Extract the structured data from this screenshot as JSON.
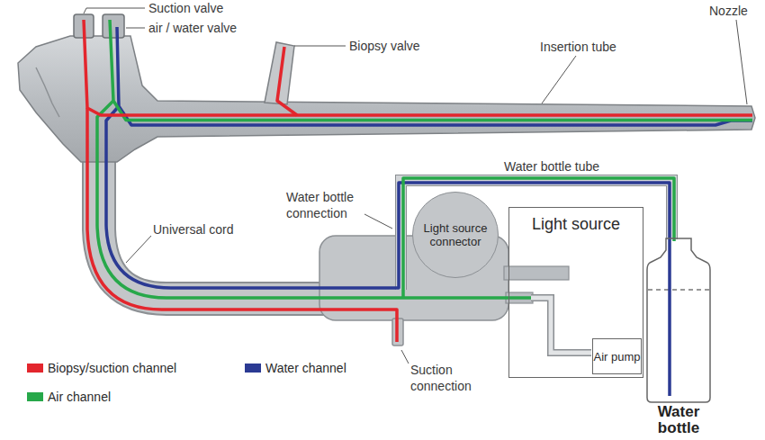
{
  "diagram": {
    "nodes": [
      {
        "text": [
          "Light source"
        ]
      },
      {
        "text": [
          "Air pump"
        ],
        "in": 0
      },
      {
        "text": [
          "Light source connector"
        ]
      },
      {
        "text": [
          "Water bottle"
        ]
      }
    ],
    "labels": [
      "Suction valve",
      "air / water valve",
      "Biopsy valve",
      "Insertion tube",
      "Nozzle",
      "Water bottle tube",
      "Water bottle connection",
      "Universal cord",
      "Suction connection"
    ],
    "legend": [
      {
        "text": "Biopsy/suction channel",
        "color": "#e3262d"
      },
      {
        "text": "Water channel",
        "color": "#2b3a93"
      },
      {
        "text": "Air channel",
        "color": "#27a84a"
      }
    ]
  }
}
